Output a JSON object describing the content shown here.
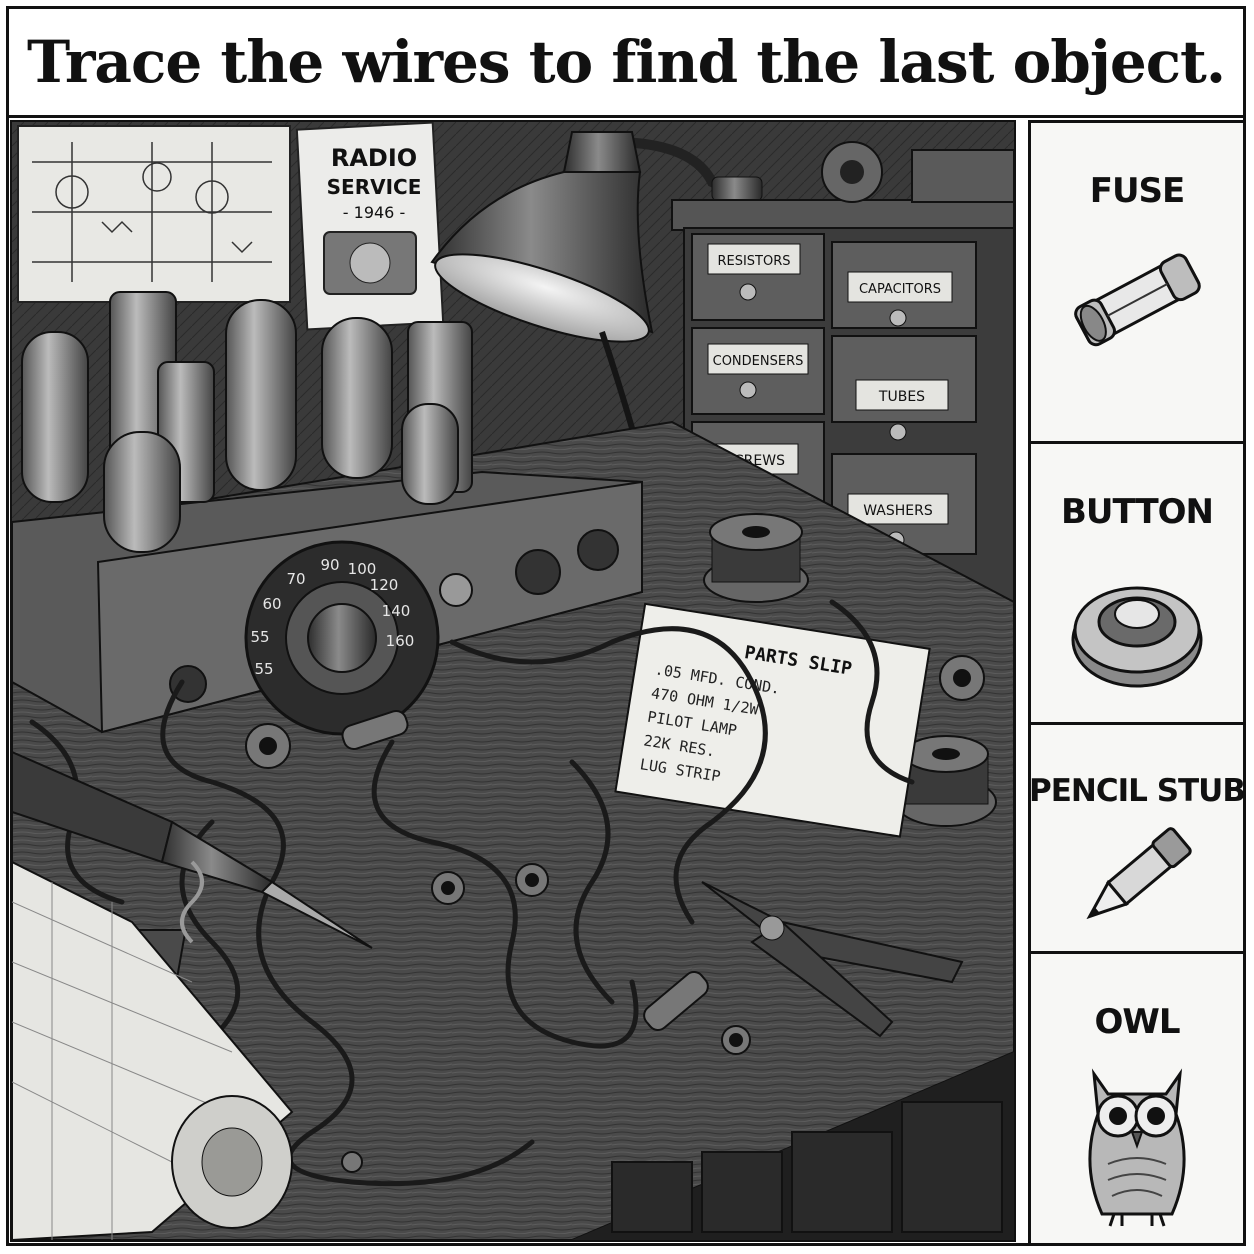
{
  "title": "Trace the wires to find the last object.",
  "scene": {
    "poster": {
      "line1": "RADIO",
      "line2": "SERVICE",
      "line3": "- 1946 -"
    },
    "drawers": [
      "RESISTORS",
      "CAPACITORS",
      "CONDENSERS",
      "TUBES",
      "SCREWS",
      "WASHERS"
    ],
    "dial_numbers": [
      "55",
      "55",
      "60",
      "70",
      "90",
      "100",
      "120",
      "140",
      "160"
    ],
    "parts_slip": {
      "heading": "PARTS SLIP",
      "lines": [
        ".05 MFD. COND.",
        "470 OHM 1/2W.",
        "PILOT LAMP",
        "22K RES.",
        "LUG STRIP"
      ]
    }
  },
  "options": [
    {
      "label": "FUSE",
      "icon": "fuse-icon"
    },
    {
      "label": "BUTTON",
      "icon": "button-icon"
    },
    {
      "label": "PENCIL STUB",
      "icon": "pencil-stub-icon"
    },
    {
      "label": "OWL",
      "icon": "owl-icon"
    }
  ]
}
